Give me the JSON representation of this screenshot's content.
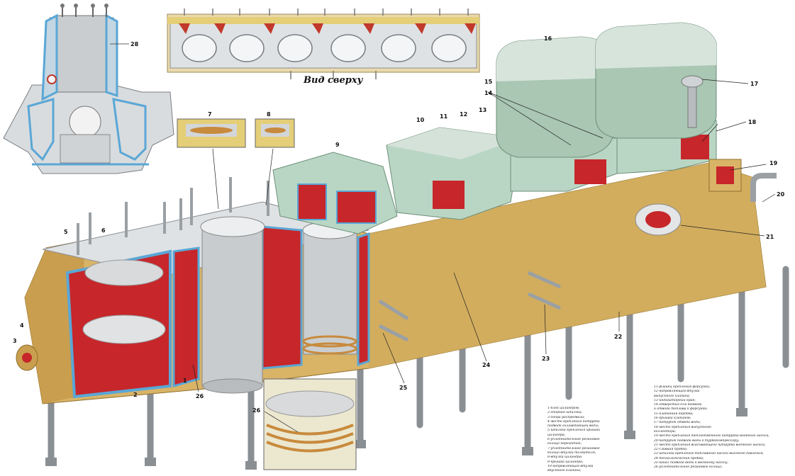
{
  "figure": {
    "top_view_caption": "Вид сверху",
    "callouts": [
      "1",
      "2",
      "3",
      "4",
      "5",
      "6",
      "7",
      "8",
      "9",
      "10",
      "11",
      "12",
      "13",
      "14",
      "15",
      "16",
      "17",
      "18",
      "19",
      "20",
      "21",
      "22",
      "23",
      "24",
      "25",
      "26",
      "26",
      "26",
      "28"
    ],
    "legend_left": [
      "1-блок цилиндров;",
      "2-опорная шпилька;",
      "3-опора распредвала;",
      "4-место крепления патрубка",
      "подвода охлаждающей воды;",
      "5-шпилька крепления крышки",
      "цилиндра;",
      "6-уплотнительное резиновое",
      "кольцо переходное;",
      "7-уплотнительное резиновое",
      "кольцо втулки толкателя;",
      "8-втулка цилиндра;",
      "9-крышка цилиндра;",
      "10-направляющая втулка",
      "впускного клапана;"
    ],
    "legend_right": [
      "11-фланец крепления форсунки;",
      "12-направляющая втулка",
      "выпускного клапана;",
      "13-индикаторный кран;",
      "14-отверстия для подвода",
      "и отвода топлива к форсунке;",
      "15-клапанная коробка;",
      "16-крышка клапанов;",
      "17-патрубок отвода воды;",
      "18-место крепления выпускного",
      "коллектора;",
      "19-место крепления теплообменного патрубка водяного насоса;",
      "20-патрубок подвода воды к турбокомпрессору;",
      "21-место крепления всасывающего патрубка водяного насоса;",
      "22-сливная пробка;",
      "23-шпилька крепления топливного насоса высокого давления;",
      "24-технологическая пробка;",
      "25-канал подвода воды к водяному насосу;",
      "26-уплотнительное резиновое кольцо;"
    ]
  }
}
